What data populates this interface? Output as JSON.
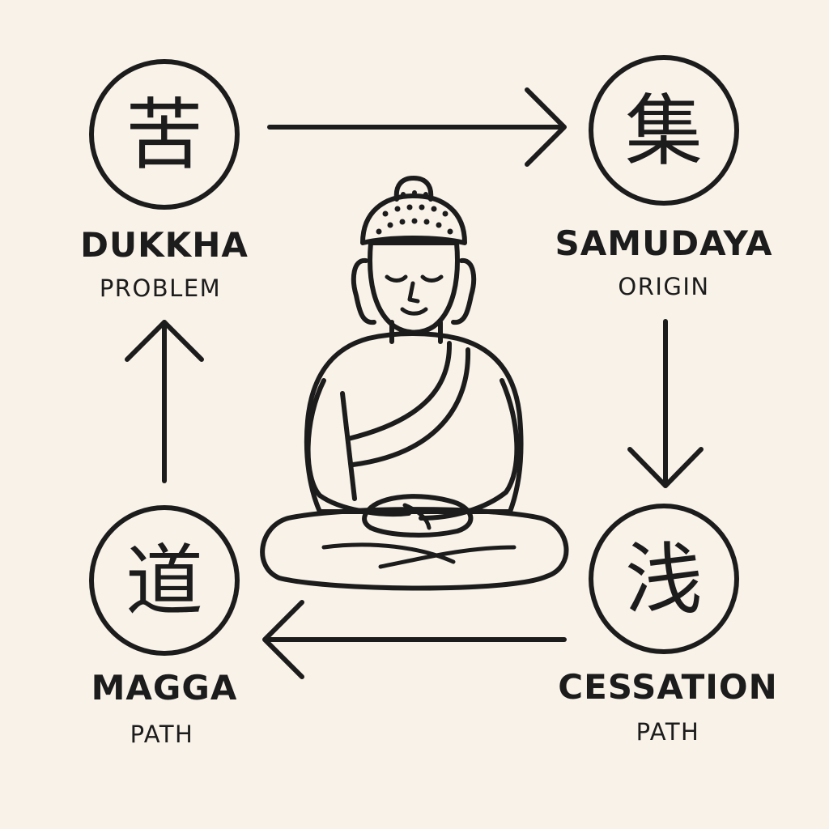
{
  "colors": {
    "background": "#f8f2e9",
    "ink": "#1c1c1c",
    "fill": "#fbf6ee"
  },
  "nodes": {
    "dukkha": {
      "glyph": "苦",
      "title": "DUKKHA",
      "subtitle": "PROBLEM"
    },
    "samudaya": {
      "glyph": "集",
      "title": "SAMUDAYA",
      "subtitle": "ORIGIN"
    },
    "cessation": {
      "glyph": "浅",
      "title": "CESSATION",
      "subtitle": "PATH"
    },
    "magga": {
      "glyph": "道",
      "title": "MAGGA",
      "subtitle": "PATH"
    }
  },
  "center": {
    "icon": "meditating-buddha-icon"
  },
  "arrows": [
    {
      "from": "dukkha",
      "to": "samudaya",
      "icon": "arrow-right-icon"
    },
    {
      "from": "samudaya",
      "to": "cessation",
      "icon": "arrow-down-icon"
    },
    {
      "from": "cessation",
      "to": "magga",
      "icon": "arrow-left-icon"
    },
    {
      "from": "magga",
      "to": "dukkha",
      "icon": "arrow-up-icon"
    }
  ]
}
